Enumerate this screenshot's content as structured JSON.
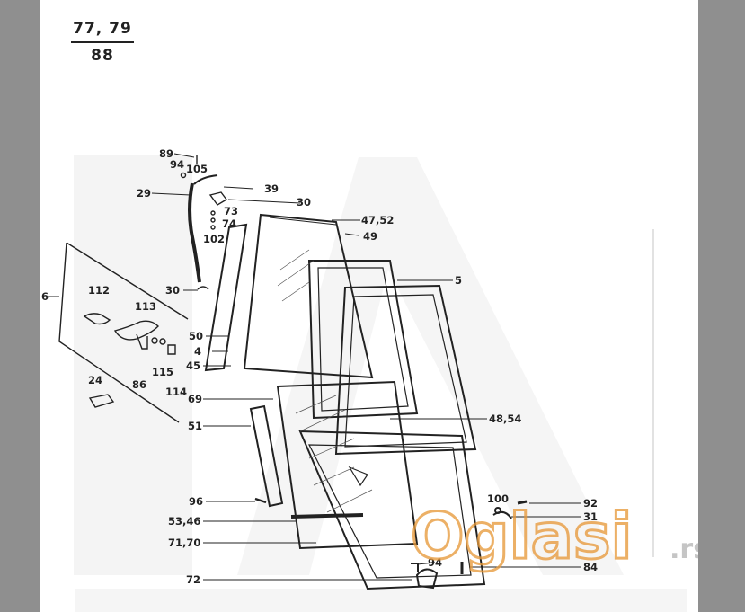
{
  "header": {
    "numerator": "77, 79",
    "denominator": "88"
  },
  "labels": {
    "l89": "89",
    "l94a": "94",
    "l105": "105",
    "l39": "39",
    "l29": "29",
    "l30a": "30",
    "l73": "73",
    "l74": "74",
    "l102": "102",
    "l4752": "47,52",
    "l49": "49",
    "l5": "5",
    "l30b": "30",
    "l6": "6",
    "l112": "112",
    "l113": "113",
    "l50": "50",
    "l4": "4",
    "l45": "45",
    "l115": "115",
    "l86": "86",
    "l114": "114",
    "l24": "24",
    "l69": "69",
    "l51": "51",
    "l4854": "48,54",
    "l96": "96",
    "l5346": "53,46",
    "l7170": "71,70",
    "l72": "72",
    "l100": "100",
    "l92": "92",
    "l31": "31",
    "l94b": "94",
    "l84": "84"
  },
  "watermark": {
    "brand": "Oglasi",
    "tld": ".rs"
  }
}
